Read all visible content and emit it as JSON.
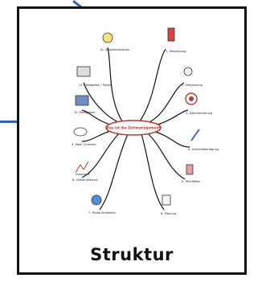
{
  "slide": {
    "caption": "Struktur",
    "center_topic": "Das ist die Zeitmanagement",
    "branches": [
      {
        "label": "10. Selbstmotivation",
        "icon": "lightbulb-icon"
      },
      {
        "label": "1. Zielsetzung",
        "icon": "hourglass-icon"
      },
      {
        "label": "11. Delegation / Pause",
        "icon": "book-icon"
      },
      {
        "label": "2. Zielplanung",
        "icon": "figure-icon"
      },
      {
        "label": "12. Delegation",
        "icon": "people-icon"
      },
      {
        "label": "3. Zielorientierung",
        "icon": "target-icon"
      },
      {
        "label": "9. Mehr Chancen",
        "icon": "speech-bubble-icon"
      },
      {
        "label": "4. Schnellüberlegung",
        "icon": "pencil-icon"
      },
      {
        "label": "8. Leistungskurve",
        "icon": "chart-icon"
      },
      {
        "label": "5. Prioritäten",
        "icon": "clock-icon"
      },
      {
        "label": "7. Persönlichkeiten",
        "icon": "globe-icon"
      },
      {
        "label": "6. Planung",
        "icon": "paper-icon"
      }
    ]
  },
  "colors": {
    "accent_line": "#2f5fcf",
    "center_border": "#c0392b",
    "branch": "#111111"
  }
}
